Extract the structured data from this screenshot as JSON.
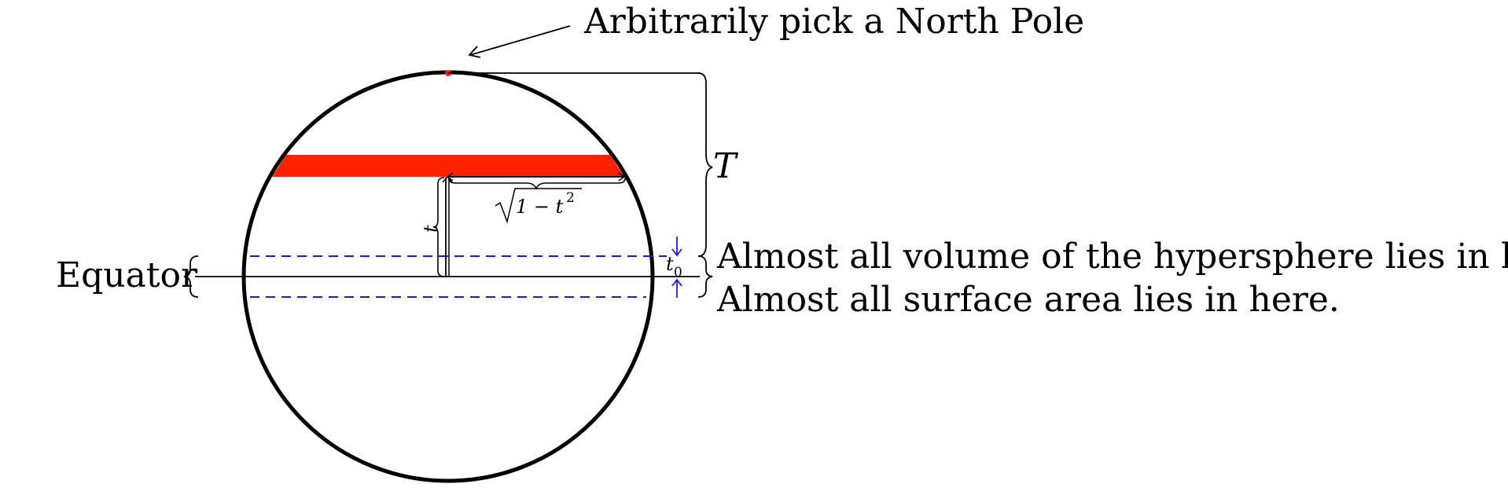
{
  "labels": {
    "north_pole": "Arbitrarily pick a North Pole",
    "equator": "Equator",
    "T": "T",
    "volume_note": "Almost all volume of the hypersphere lies in here.",
    "surface_note": "Almost all surface area lies in here.",
    "sqrt_body": "1 − t",
    "sqrt_exp": "2",
    "t": "t",
    "t0_base": "t",
    "t0_sub": "0"
  },
  "colors": {
    "outline": "#000000",
    "cap_band": "#ff2200",
    "pole_dot": "#ff2200",
    "dashed": "#1a1aff"
  }
}
